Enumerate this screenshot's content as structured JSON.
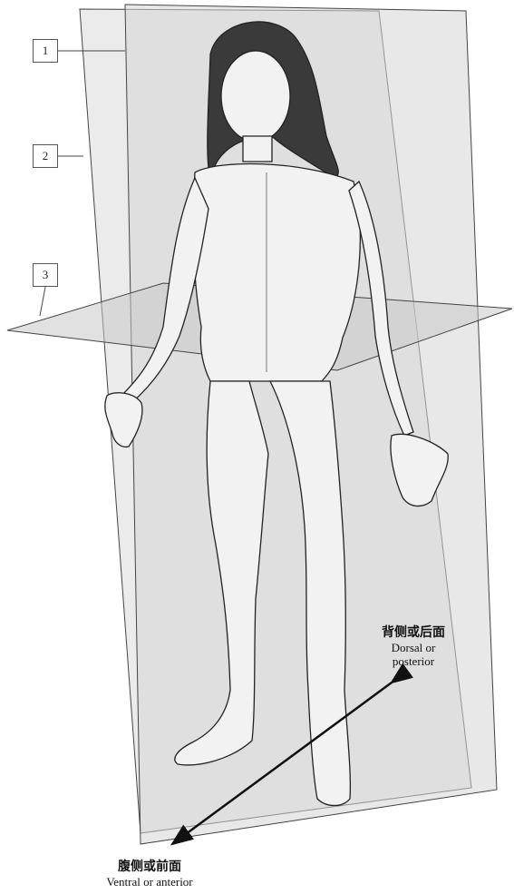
{
  "callouts": [
    {
      "number": "1",
      "target": "sagittal-plane"
    },
    {
      "number": "2",
      "target": "frontal-plane"
    },
    {
      "number": "3",
      "target": "transverse-plane"
    }
  ],
  "directions": {
    "dorsal": {
      "zh": "背侧或后面",
      "en_line1": "Dorsal or",
      "en_line2": "posterior"
    },
    "ventral": {
      "zh": "腹侧或前面",
      "en": "Ventral or anterior"
    }
  },
  "colors": {
    "plane_fill": "#d9d9d9",
    "line": "#333333",
    "figure_fill": "#efefef"
  }
}
